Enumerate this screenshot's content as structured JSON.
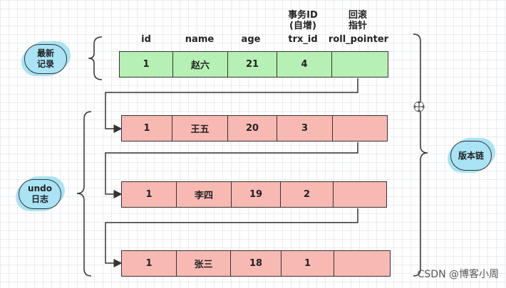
{
  "headers": {
    "id": "id",
    "name": "name",
    "age": "age",
    "trx_title": "事务ID\n(自增)",
    "trx_id": "trx_id",
    "roll_title": "回滚\n指针",
    "roll_pointer": "roll_pointer"
  },
  "records": [
    {
      "id": "1",
      "name": "赵六",
      "age": "21",
      "trx_id": "4",
      "roll_pointer": ""
    },
    {
      "id": "1",
      "name": "王五",
      "age": "20",
      "trx_id": "3",
      "roll_pointer": ""
    },
    {
      "id": "1",
      "name": "李四",
      "age": "19",
      "trx_id": "2",
      "roll_pointer": ""
    },
    {
      "id": "1",
      "name": "张三",
      "age": "18",
      "trx_id": "1",
      "roll_pointer": ""
    }
  ],
  "labels": {
    "latest": "最新\n记录",
    "undo": "undo\n日志",
    "chain": "版本链"
  },
  "watermark": "CSDN @博客小周",
  "colors": {
    "latest_row": "#b6f0b4",
    "undo_row": "#f9b9b3",
    "cloud": "#a9e3f4"
  }
}
